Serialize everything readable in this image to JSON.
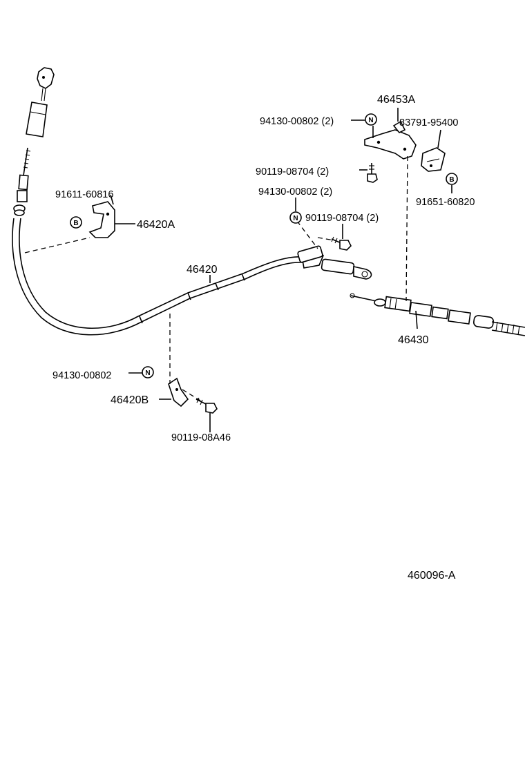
{
  "diagram": {
    "drawing_number": "460096-A",
    "callouts": {
      "part_46453A": "46453A",
      "nut_top": "94130-00802 (2)",
      "part_83791": "83791-95400",
      "bolt_top": "90119-08704 (2)",
      "b_badge_right_label": "91651-60820",
      "nut_mid": "94130-00802 (2)",
      "bolt_mid": "90119-08704 (2)",
      "b_badge_left_label": "91611-60816",
      "bracket_46420A": "46420A",
      "cable_46420": "46420",
      "cable_46430": "46430",
      "nut_bottom": "94130-00802",
      "bracket_46420B": "46420B",
      "bolt_bottom": "90119-08A46"
    },
    "badges": {
      "nut_symbol": "N",
      "bolt_symbol": "B"
    }
  }
}
